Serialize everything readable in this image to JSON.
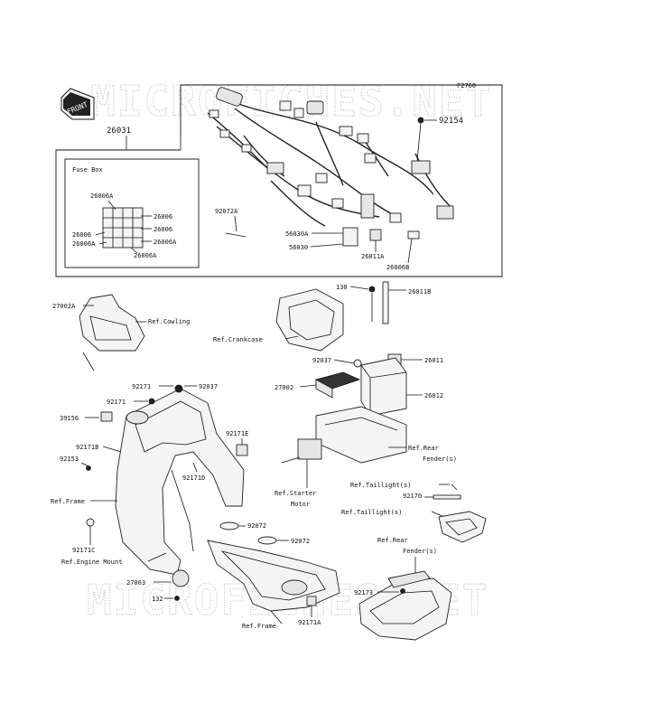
{
  "diagram": {
    "code": "F2760",
    "watermark": "MICROFICHES.NET",
    "front_label": "FRONT",
    "fuse_box_title": "Fuse Box",
    "labels": {
      "p26031": "26031",
      "p92154": "92154",
      "p26006A_top": "26006A",
      "p26006_l1": "26006",
      "p26006A_l2": "26006A",
      "p26006_r1": "26006",
      "p26006_r2": "26006",
      "p26006A_r3": "26006A",
      "p26006A_bot": "26006A",
      "p92072A": "92072A",
      "p56030A": "56030A",
      "p56030": "56030",
      "p26011A": "26011A",
      "p26006B": "26006B",
      "p130": "130",
      "p26011B": "26011B",
      "p27002A": "27002A",
      "ref_cowling": "Ref.Cowling",
      "ref_crankcase": "Ref.Crankcase",
      "p92037_a": "92037",
      "p26011": "26011",
      "p27002": "27002",
      "p26012": "26012",
      "p92171_a": "92171",
      "p92037_b": "92037",
      "p92171_b": "92171",
      "p39156": "39156",
      "p92171E": "92171E",
      "ref_rear_fender_1a": "Ref.Rear",
      "ref_rear_fender_1b": "Fender(s)",
      "p92171B": "92171B",
      "p92153": "92153",
      "p92171D": "92171D",
      "ref_starter_a": "Ref.Starter",
      "ref_starter_b": "Motor",
      "ref_taillight_1": "Ref.Taillight(s)",
      "p92170": "92170",
      "ref_taillight_2": "Ref.Taillight(s)",
      "ref_frame_1": "Ref.Frame",
      "p92072_a": "92072",
      "p92072_b": "92072",
      "p92171C": "92171C",
      "ref_rear_fender_2a": "Ref.Rear",
      "ref_rear_fender_2b": "Fender(s)",
      "ref_engine_mount": "Ref.Engine Mount",
      "p27003": "27003",
      "p92173": "92173",
      "p132": "132",
      "ref_frame_2": "Ref.Frame",
      "p92171A": "92171A"
    }
  }
}
